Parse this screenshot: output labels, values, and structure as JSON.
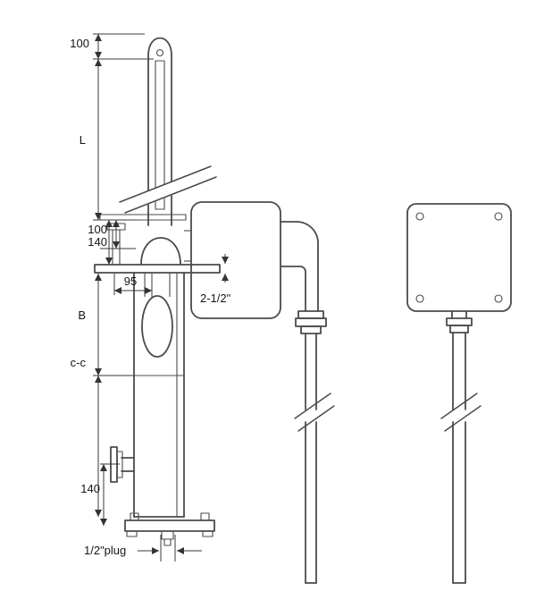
{
  "drawing": {
    "dimensions": {
      "top_offset": "100",
      "length_L": "L",
      "offset_100": "100",
      "offset_140": "140",
      "offset_95": "95",
      "connection_size": "2-1/2\"",
      "dim_B": "B",
      "center_to_center": "c-c",
      "bottom_140": "140",
      "plug": "1/2\"plug"
    },
    "colors": {
      "ink": "#4b4b4b",
      "background": "#ffffff"
    }
  }
}
